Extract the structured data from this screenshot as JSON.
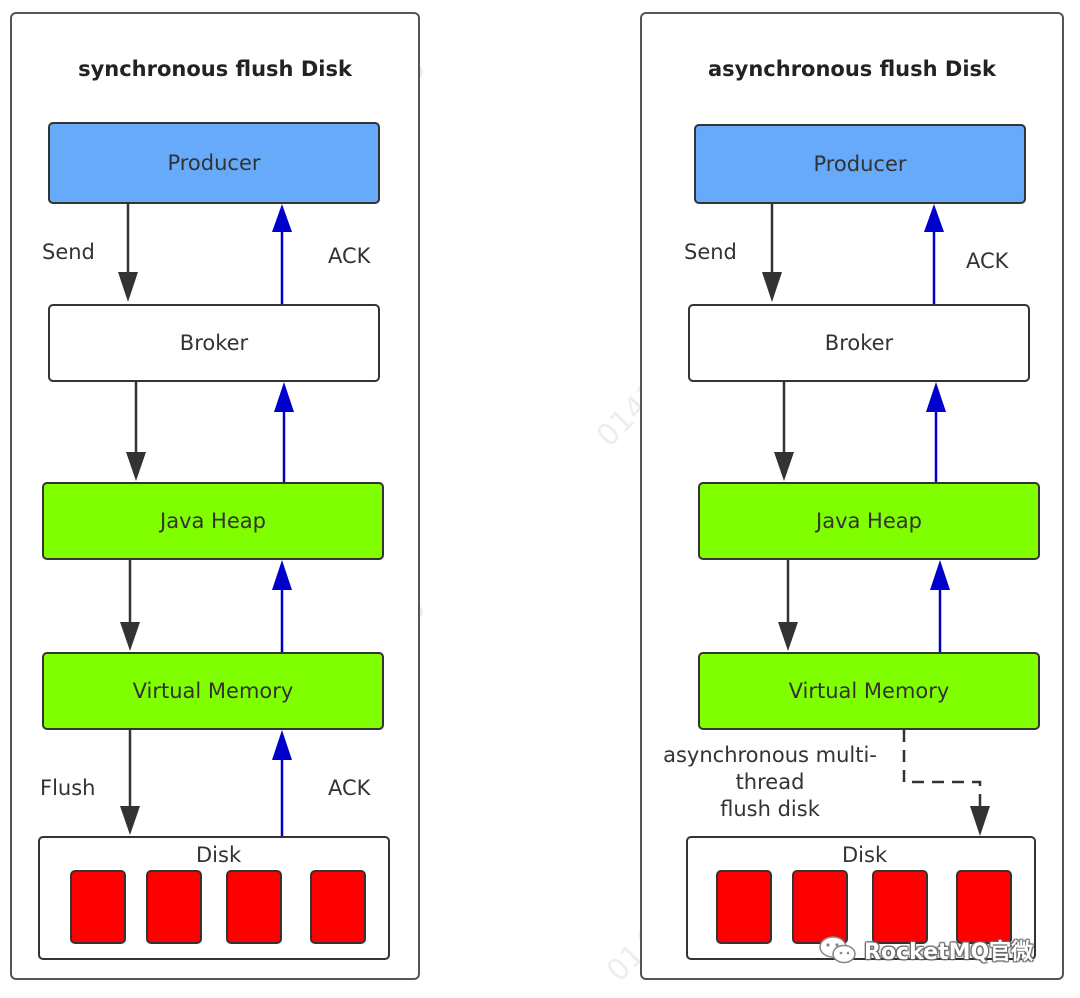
{
  "left_panel": {
    "title": "synchronous flush Disk",
    "producer": "Producer",
    "broker": "Broker",
    "java_heap": "Java Heap",
    "virtual_memory": "Virtual Memory",
    "disk": "Disk",
    "send_label": "Send",
    "ack_top_label": "ACK",
    "flush_label": "Flush",
    "ack_bottom_label": "ACK"
  },
  "right_panel": {
    "title": "asynchronous flush Disk",
    "producer": "Producer",
    "broker": "Broker",
    "java_heap": "Java Heap",
    "virtual_memory": "Virtual Memory",
    "disk": "Disk",
    "send_label": "Send",
    "ack_top_label": "ACK",
    "async_note_line1": "asynchronous multi-",
    "async_note_line2": "thread",
    "async_note_line3": "flush disk"
  },
  "watermark": "01433456",
  "brand": {
    "text": "RocketMQ官微",
    "icon": "wechat-icon"
  },
  "colors": {
    "producer": "#66aaf9",
    "memory_green": "#80ff00",
    "disk_block": "#ff0000",
    "ack_arrow": "#0000cc",
    "send_arrow": "#333333"
  }
}
